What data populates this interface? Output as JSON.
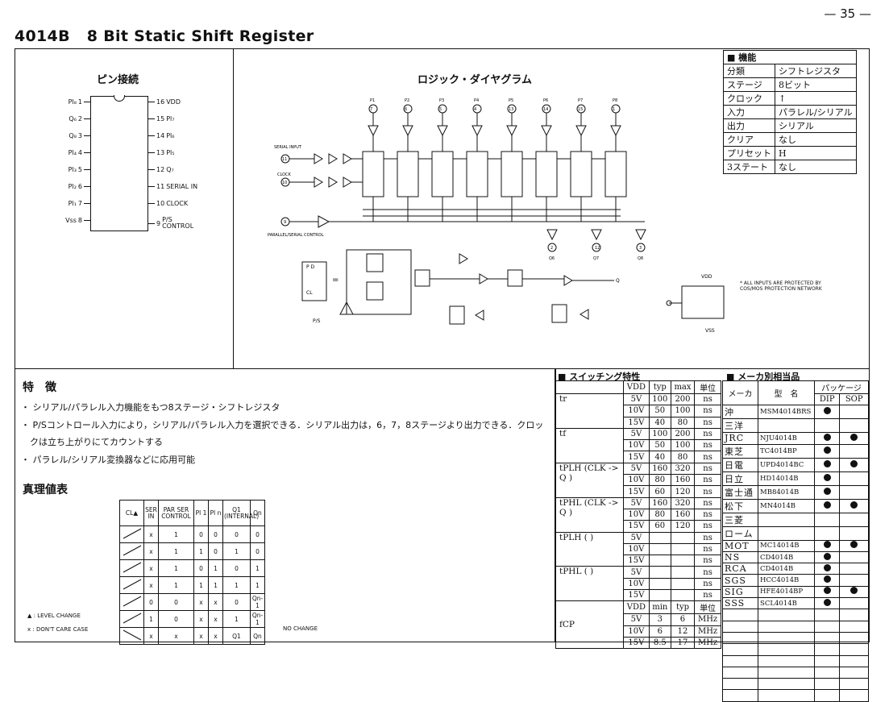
{
  "page_number": "— 35 —",
  "title": {
    "part": "4014B",
    "name": "8 Bit Static Shift Register"
  },
  "pin_connection": {
    "title": "ピン接続",
    "left_pins": [
      {
        "label": "Pl₈",
        "num": "1"
      },
      {
        "label": "Q₆",
        "num": "2"
      },
      {
        "label": "Q₈",
        "num": "3"
      },
      {
        "label": "Pl₄",
        "num": "4"
      },
      {
        "label": "Pl₃",
        "num": "5"
      },
      {
        "label": "Pl₂",
        "num": "6"
      },
      {
        "label": "Pl₁",
        "num": "7"
      },
      {
        "label": "Vss",
        "num": "8"
      }
    ],
    "right_pins": [
      {
        "label": "VDD",
        "num": "16"
      },
      {
        "label": "Pl₇",
        "num": "15"
      },
      {
        "label": "Pl₆",
        "num": "14"
      },
      {
        "label": "Pl₅",
        "num": "13"
      },
      {
        "label": "Q₇",
        "num": "12"
      },
      {
        "label": "SERIAL IN",
        "num": "11"
      },
      {
        "label": "CLOCK",
        "num": "10"
      },
      {
        "label": "P/S CONTROL",
        "num": "9"
      }
    ]
  },
  "logic_diagram": {
    "title": "ロジック・ダイヤグラム",
    "serial_input": "SERIAL INPUT",
    "clock": "CLOCK",
    "parallel_serial_control": "PARALLEL/SERIAL CONTROL",
    "protection_note": "* ALL INPUTS ARE PROTECTED BY COS/MOS PROTECTION NETWORK",
    "inputs": [
      "P1",
      "P2",
      "P3",
      "P4",
      "P5",
      "P6",
      "P7",
      "P8"
    ],
    "input_pins": [
      "7",
      "6",
      "5",
      "4",
      "13",
      "14",
      "15",
      "1"
    ],
    "outputs": [
      "Q6",
      "Q7",
      "Q8"
    ],
    "output_pins": [
      "2",
      "12",
      "3"
    ],
    "vdd": "VDD",
    "vss": "VSS"
  },
  "function": {
    "header": "■ 機能",
    "rows": [
      {
        "k": "分類",
        "v": "シフトレジスタ"
      },
      {
        "k": "ステージ",
        "v": "8ビット"
      },
      {
        "k": "クロック",
        "v": "↑"
      },
      {
        "k": "入力",
        "v": "パラレル/シリアル"
      },
      {
        "k": "出力",
        "v": "シリアル"
      },
      {
        "k": "クリア",
        "v": "なし"
      },
      {
        "k": "プリセット",
        "v": "H"
      },
      {
        "k": "3ステート",
        "v": "なし"
      }
    ]
  },
  "features": {
    "title": "特　徴",
    "items": [
      "・ シリアル/パラレル入力機能をもつ8ステージ・シフトレジスタ",
      "・ P/Sコントロール入力により，シリアル/パラレル入力を選択できる．シリアル出力は，6，7，8ステージより出力できる．クロッ",
      "　クは立ち上がりにてカウントする",
      "・ パラレル/シリアル変換器などに応用可能"
    ]
  },
  "truth_table": {
    "title": "真理値表",
    "headers": [
      "CL▲",
      "SER IN",
      "PAR SER CONTROL",
      "Pl 1",
      "Pl n",
      "Q1 (INTERNAL)",
      "Qn"
    ],
    "rows": [
      [
        "x",
        "1",
        "0",
        "0",
        "0",
        "0"
      ],
      [
        "x",
        "1",
        "1",
        "0",
        "1",
        "0"
      ],
      [
        "x",
        "1",
        "0",
        "1",
        "0",
        "1"
      ],
      [
        "x",
        "1",
        "1",
        "1",
        "1",
        "1"
      ],
      [
        "0",
        "0",
        "x",
        "x",
        "0",
        "Qn-1"
      ],
      [
        "1",
        "0",
        "x",
        "x",
        "1",
        "Qn-1"
      ],
      [
        "x",
        "x",
        "x",
        "x",
        "Q1",
        "Qn"
      ]
    ],
    "no_change": "NO CHANGE",
    "legend_level": "▲ : LEVEL CHANGE",
    "legend_dont_care": "x : DON'T CARE CASE"
  },
  "switching": {
    "header": "■ スイッチング特性",
    "cols": [
      "VDD",
      "typ",
      "max",
      "単位"
    ],
    "groups": [
      {
        "name": "tr",
        "rows": [
          [
            "5V",
            "100",
            "200",
            "ns"
          ],
          [
            "10V",
            "50",
            "100",
            "ns"
          ],
          [
            "15V",
            "40",
            "80",
            "ns"
          ]
        ]
      },
      {
        "name": "tf",
        "rows": [
          [
            "5V",
            "100",
            "200",
            "ns"
          ],
          [
            "10V",
            "50",
            "100",
            "ns"
          ],
          [
            "15V",
            "40",
            "80",
            "ns"
          ]
        ]
      },
      {
        "name": "tPLH (CLK -> Q )",
        "rows": [
          [
            "5V",
            "160",
            "320",
            "ns"
          ],
          [
            "10V",
            "80",
            "160",
            "ns"
          ],
          [
            "15V",
            "60",
            "120",
            "ns"
          ]
        ]
      },
      {
        "name": "tPHL (CLK -> Q )",
        "rows": [
          [
            "5V",
            "160",
            "320",
            "ns"
          ],
          [
            "10V",
            "80",
            "160",
            "ns"
          ],
          [
            "15V",
            "60",
            "120",
            "ns"
          ]
        ]
      },
      {
        "name": "tPLH ( )",
        "rows": [
          [
            "5V",
            "",
            "",
            "ns"
          ],
          [
            "10V",
            "",
            "",
            "ns"
          ],
          [
            "15V",
            "",
            "",
            "ns"
          ]
        ]
      },
      {
        "name": "tPHL ( )",
        "rows": [
          [
            "5V",
            "",
            "",
            "ns"
          ],
          [
            "10V",
            "",
            "",
            "ns"
          ],
          [
            "15V",
            "",
            "",
            "ns"
          ]
        ]
      }
    ],
    "fcp_cols": [
      "VDD",
      "min",
      "typ",
      "単位"
    ],
    "fcp": {
      "name": "fCP",
      "rows": [
        [
          "5V",
          "3",
          "6",
          "MHz"
        ],
        [
          "10V",
          "6",
          "12",
          "MHz"
        ],
        [
          "15V",
          "8.5",
          "17",
          "MHz"
        ]
      ]
    }
  },
  "makers": {
    "header": "■ メーカ別相当品",
    "col_maker": "メーカ",
    "col_type": "型　名",
    "col_package": "パッケージ",
    "col_dip": "DIP",
    "col_sop": "SOP",
    "rows": [
      {
        "maker": "沖",
        "type": "MSM4014BRS",
        "dip": true,
        "sop": false
      },
      {
        "maker": "三洋",
        "type": "",
        "dip": false,
        "sop": false
      },
      {
        "maker": "JRC",
        "type": "NJU4014B",
        "dip": true,
        "sop": true
      },
      {
        "maker": "東芝",
        "type": "TC4014BP",
        "dip": true,
        "sop": false
      },
      {
        "maker": "日電",
        "type": "UPD4014BC",
        "dip": true,
        "sop": true
      },
      {
        "maker": "日立",
        "type": "HD14014B",
        "dip": true,
        "sop": false
      },
      {
        "maker": "富士通",
        "type": "MB84014B",
        "dip": true,
        "sop": false
      },
      {
        "maker": "松下",
        "type": "MN4014B",
        "dip": true,
        "sop": true
      },
      {
        "maker": "三菱",
        "type": "",
        "dip": false,
        "sop": false
      },
      {
        "maker": "ローム",
        "type": "",
        "dip": false,
        "sop": false
      },
      {
        "maker": "MOT",
        "type": "MC14014B",
        "dip": true,
        "sop": true
      },
      {
        "maker": "NS",
        "type": "CD4014B",
        "dip": true,
        "sop": false
      },
      {
        "maker": "RCA",
        "type": "CD4014B",
        "dip": true,
        "sop": false
      },
      {
        "maker": "SGS",
        "type": "HCC4014B",
        "dip": true,
        "sop": false
      },
      {
        "maker": "SIG",
        "type": "HFE4014BP",
        "dip": true,
        "sop": true
      },
      {
        "maker": "SSS",
        "type": "SCL4014B",
        "dip": true,
        "sop": false
      }
    ]
  }
}
